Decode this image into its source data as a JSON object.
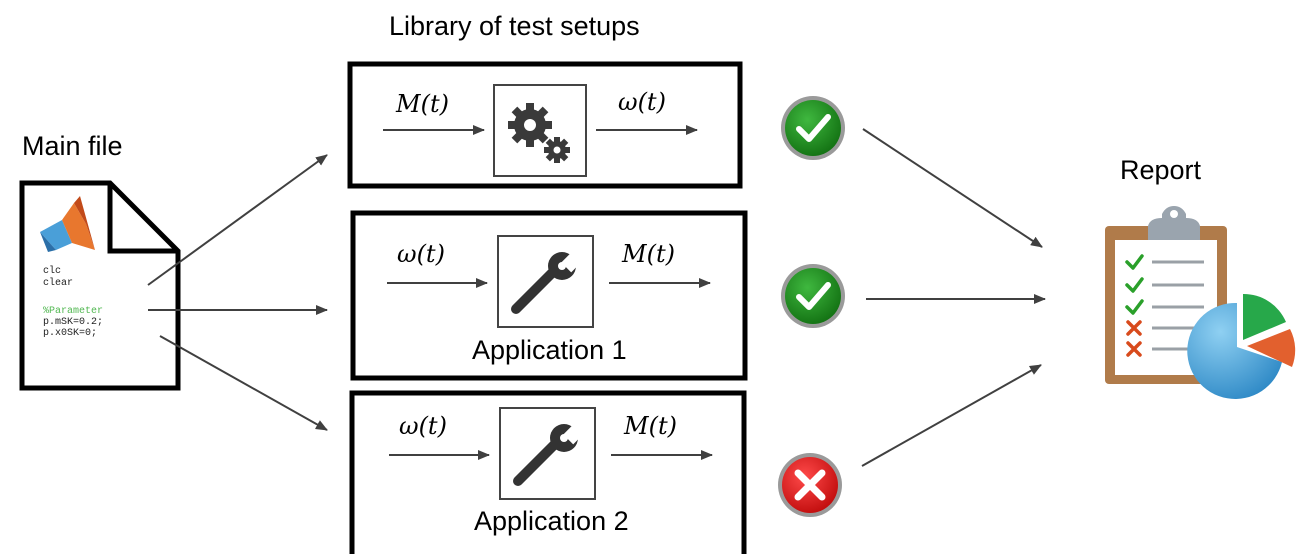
{
  "title": "Library of test setups",
  "main_file": {
    "label": "Main file",
    "code": [
      "clc",
      "clear",
      "",
      "%Parameter",
      "p.mSK=0.2;",
      "p.x0SK=0;"
    ]
  },
  "report": {
    "label": "Report"
  },
  "setups": [
    {
      "name": "",
      "input": "M(t)",
      "output": "ω(t)",
      "icon": "gears-icon",
      "status": "pass"
    },
    {
      "name": "Application 1",
      "input": "ω(t)",
      "output": "M(t)",
      "icon": "wrench-icon",
      "status": "pass"
    },
    {
      "name": "Application 2",
      "input": "ω(t)",
      "output": "M(t)",
      "icon": "wrench-icon",
      "status": "fail"
    }
  ],
  "colors": {
    "pass": "#1f8a1f",
    "fail": "#e02020",
    "arrow": "#404040",
    "comment": "#52b852"
  }
}
